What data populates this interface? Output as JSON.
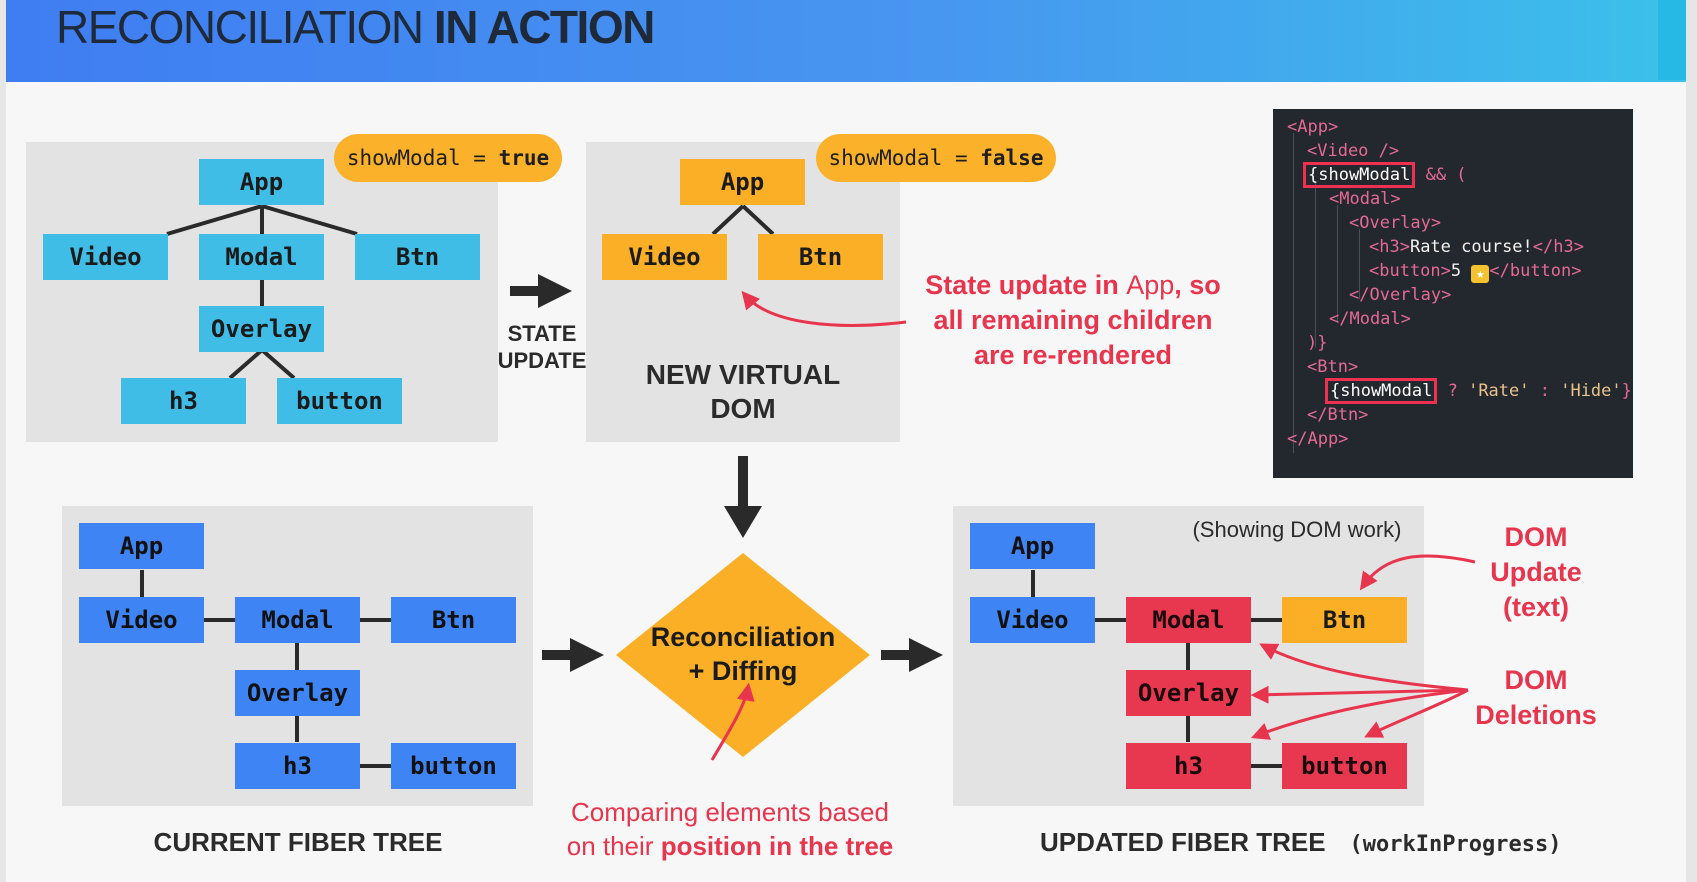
{
  "title": {
    "prefix": "RECONCILIATION",
    "emphasis": "IN ACTION"
  },
  "state_update": {
    "line1": "STATE",
    "line2": "UPDATE"
  },
  "current_react": {
    "pill": {
      "var": "showModal",
      "op": " = ",
      "value": "true"
    },
    "nodes": {
      "app": "App",
      "video": "Video",
      "modal": "Modal",
      "btn": "Btn",
      "overlay": "Overlay",
      "h3": "h3",
      "button": "button"
    }
  },
  "new_vdom": {
    "pill": {
      "var": "showModal",
      "op": " = ",
      "value": "false"
    },
    "nodes": {
      "app": "App",
      "video": "Video",
      "btn": "Btn"
    },
    "label_line1": "NEW VIRTUAL",
    "label_line2": "DOM"
  },
  "annotation_state": {
    "line1_a": "State update in ",
    "line1_b": "App",
    "line1_c": ", so",
    "line2": "all remaining children",
    "line3": "are re-rendered"
  },
  "current_fiber": {
    "nodes": {
      "app": "App",
      "video": "Video",
      "modal": "Modal",
      "btn": "Btn",
      "overlay": "Overlay",
      "h3": "h3",
      "button": "button"
    },
    "label": "CURRENT FIBER TREE"
  },
  "diffing": {
    "line1": "Reconciliation",
    "line2": "+ Diffing"
  },
  "compare_note": {
    "line1": "Comparing elements based",
    "line2_a": "on their ",
    "line2_b": "position in the tree"
  },
  "updated_fiber": {
    "nodes": {
      "app": "App",
      "video": "Video",
      "modal": "Modal",
      "btn": "Btn",
      "overlay": "Overlay",
      "h3": "h3",
      "button": "button"
    },
    "note": "(Showing DOM work)",
    "label": "UPDATED FIBER TREE",
    "label_code": "(workInProgress)"
  },
  "dom_update": {
    "line1": "DOM",
    "line2": "Update",
    "line3": "(text)"
  },
  "dom_deletions": {
    "line1": "DOM",
    "line2": "Deletions"
  },
  "code": {
    "l1": "<App>",
    "l2": "<Video />",
    "l3_hl": "{showModal",
    "l3_rest": " && (",
    "l4": "<Modal>",
    "l5": "<Overlay>",
    "l6_open": "<h3>",
    "l6_text": "Rate course!",
    "l6_close": "</h3>",
    "l7_open": "<button>",
    "l7_text": "5 ",
    "l7_star": "★",
    "l7_close": "</button>",
    "l8": "</Overlay>",
    "l9": "</Modal>",
    "l10": ")}",
    "l11": "<Btn>",
    "l12_hl": "{showModal",
    "l12_q": " ? ",
    "l12_a": "'Rate'",
    "l12_colon": " : ",
    "l12_b": "'Hide'",
    "l12_end": "}",
    "l13": "</Btn>",
    "l14": "</App>"
  },
  "colors": {
    "cyan": "#40bde6",
    "orange": "#fbaf26",
    "blue": "#3f84f4",
    "red": "#e8384f",
    "header": "#4796f0"
  }
}
